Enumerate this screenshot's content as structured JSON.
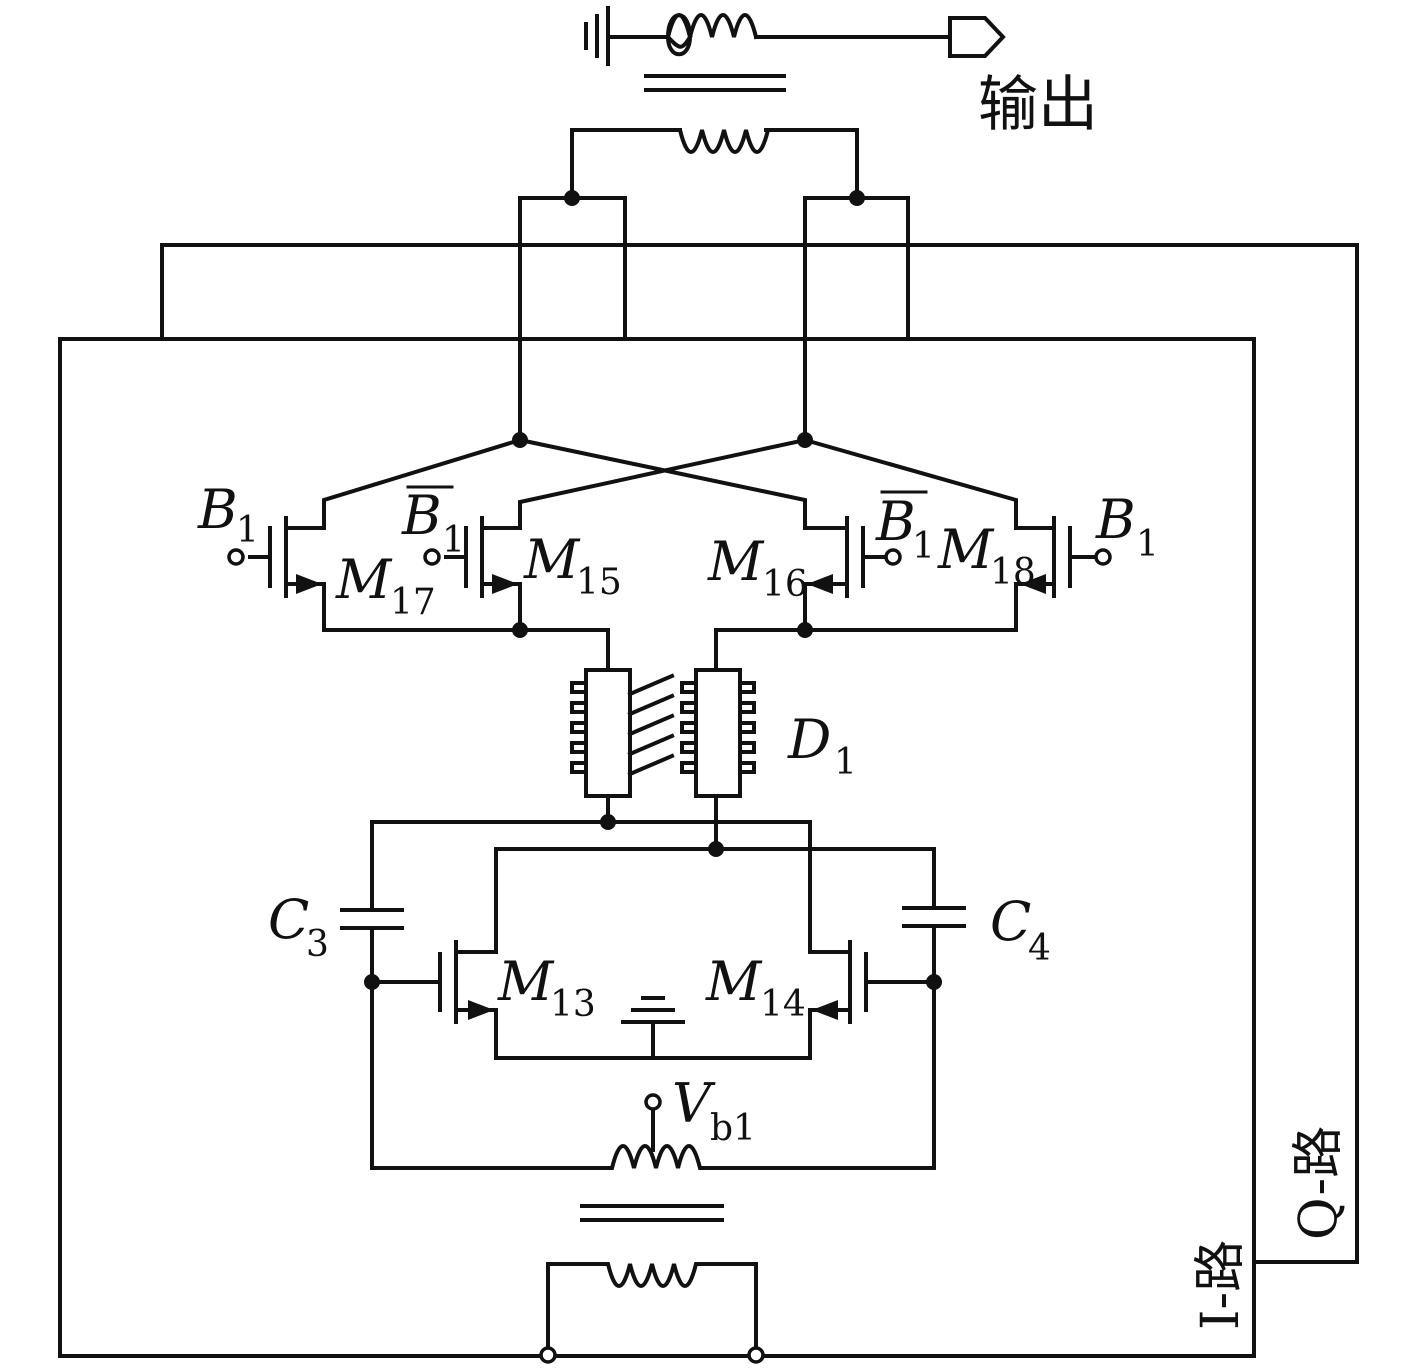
{
  "labels": {
    "output": "输出",
    "d1": {
      "main": "D",
      "sub": "1"
    },
    "c3": {
      "main": "C",
      "sub": "3"
    },
    "c4": {
      "main": "C",
      "sub": "4"
    },
    "m13": {
      "main": "M",
      "sub": "13"
    },
    "m14": {
      "main": "M",
      "sub": "14"
    },
    "m15": {
      "main": "M",
      "sub": "15"
    },
    "m16": {
      "main": "M",
      "sub": "16"
    },
    "m17": {
      "main": "M",
      "sub": "17"
    },
    "m18": {
      "main": "M",
      "sub": "18"
    },
    "b1_left": {
      "main": "B",
      "sub": "1"
    },
    "b1bar_left": {
      "main": "B",
      "sub": "1"
    },
    "b1bar_right": {
      "main": "B",
      "sub": "1"
    },
    "b1_right": {
      "main": "B",
      "sub": "1"
    },
    "vb1": {
      "main": "V",
      "sub": "b1"
    },
    "i_path": "I-路",
    "q_path": "Q-路"
  }
}
